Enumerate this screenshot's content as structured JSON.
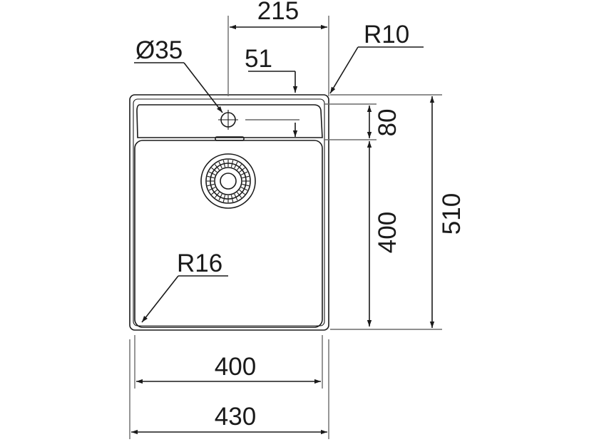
{
  "labels": {
    "top_width": "215",
    "tap_hole_diameter": "Ø35",
    "tap_hole_offset": "51",
    "outer_radius": "R10",
    "shelf_depth": "80",
    "bowl_depth": "400",
    "overall_depth": "510",
    "inner_radius": "R16",
    "bowl_width": "400",
    "overall_width": "430"
  }
}
